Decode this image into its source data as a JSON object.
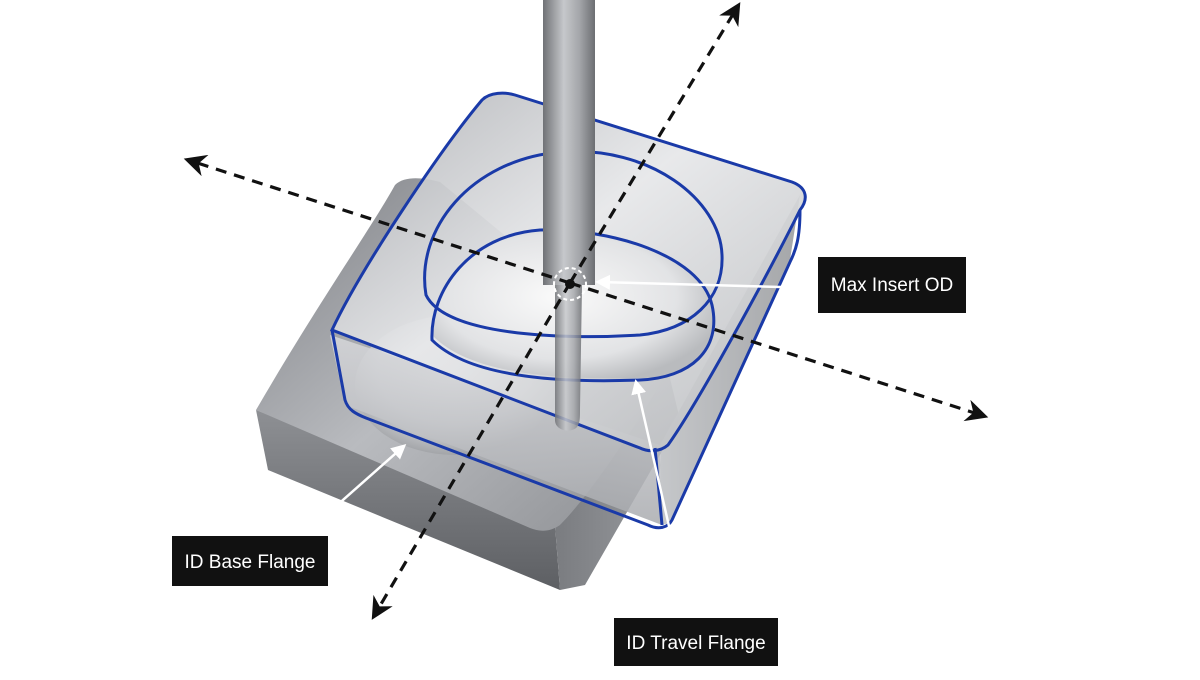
{
  "diagram": {
    "callouts": {
      "max_insert_od": "Max Insert OD",
      "id_base_flange": "ID Base Flange",
      "id_travel_flange": "ID Travel Flange"
    },
    "colors": {
      "background": "#ffffff",
      "outline": "#1a3aa8",
      "axis": "#111111",
      "label_bg": "#111111",
      "label_text": "#ffffff",
      "leader": "#ffffff"
    },
    "icons": [
      "dashed-axis-arrow",
      "center-target-icon"
    ]
  }
}
